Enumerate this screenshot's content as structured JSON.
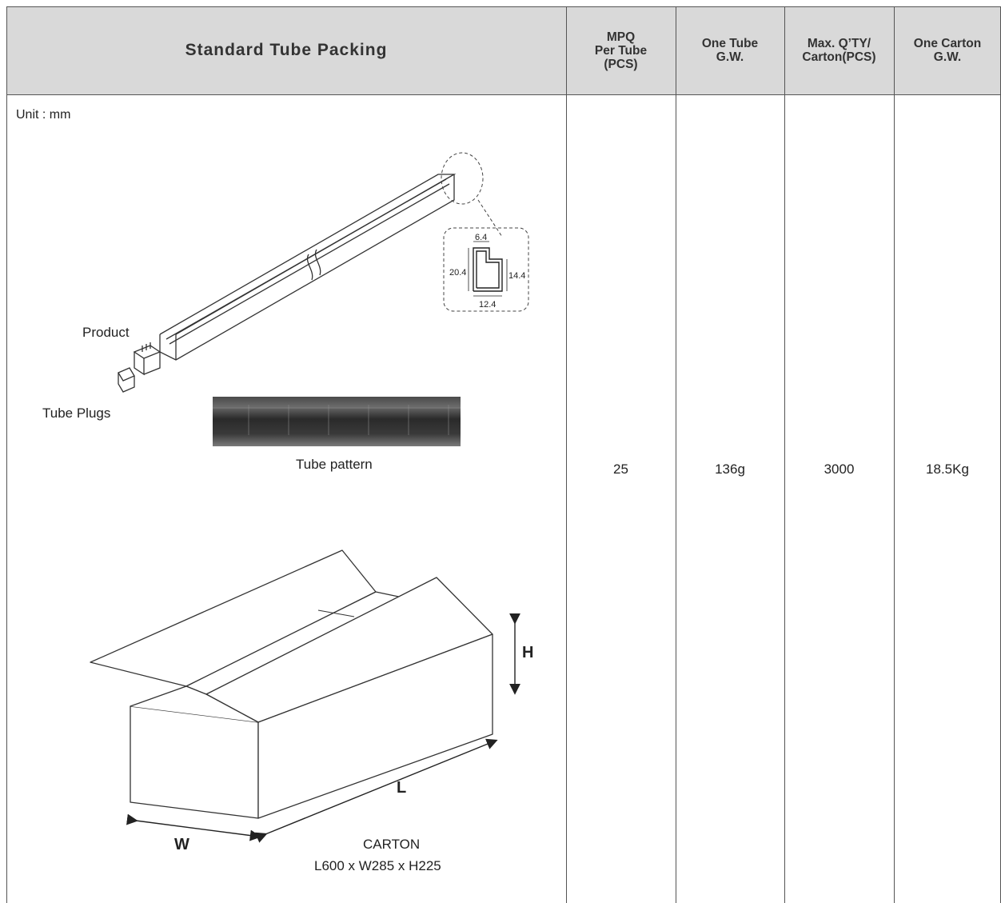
{
  "header": {
    "title": "Standard Tube Packing",
    "columns": [
      "MPQ\nPer Tube\n(PCS)",
      "One Tube\nG.W.",
      "Max. Q’TY/\nCarton(PCS)",
      "One Carton\nG.W."
    ]
  },
  "values": {
    "mpq_per_tube": "25",
    "one_tube_gw": "136g",
    "max_qty_carton": "3000",
    "one_carton_gw": "18.5Kg"
  },
  "diagram": {
    "unit": "Unit : mm",
    "product_label": "Product",
    "tube_plugs_label": "Tube Plugs",
    "tube_pattern_label": "Tube  pattern",
    "profile_dims": {
      "top": "6.4",
      "left": "20.4",
      "right": "14.4",
      "bottom": "12.4"
    },
    "carton": {
      "h_label": "H",
      "l_label": "L",
      "w_label": "W",
      "title": "CARTON",
      "size": "L600 x W285 x H225"
    }
  }
}
